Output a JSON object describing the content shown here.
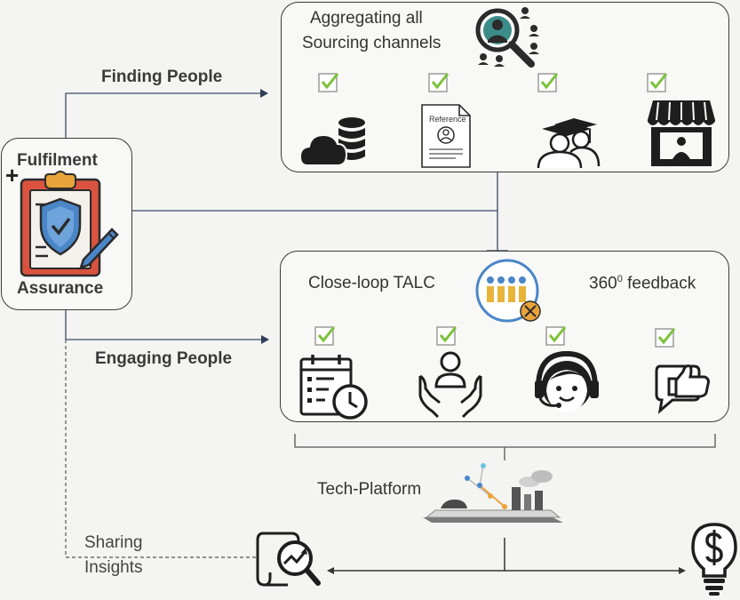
{
  "fulfilment": {
    "title_top": "Fulfilment",
    "title_bottom": "Assurance",
    "plus": "+"
  },
  "finding": {
    "label": "Finding People"
  },
  "engaging": {
    "label": "Engaging People"
  },
  "sourcing": {
    "title_line1": "Aggregating all",
    "title_line2": "Sourcing channels",
    "reference_text": "Reference"
  },
  "closeloop": {
    "left_title": "Close-loop TALC",
    "right_title": "360",
    "right_sup": "0",
    "right_suffix": " feedback"
  },
  "tech": {
    "label": "Tech-Platform"
  },
  "insights": {
    "line1": "Sharing",
    "line2": "Insights"
  },
  "colors": {
    "check": "#7cc23a",
    "shield": "#4a86c8",
    "clip": "#e8a33a",
    "board": "#d9533f",
    "line": "#2f3d58"
  }
}
